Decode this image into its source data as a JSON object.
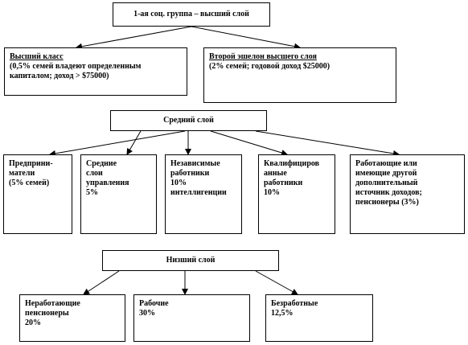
{
  "top": {
    "title": "1-ая соц. группа – высший слой"
  },
  "upper_left": {
    "lines": [
      "Высший класс",
      "(0,5%  семей владеют  определенным",
      "капиталом; доход  > $75000)"
    ]
  },
  "upper_right": {
    "lines": [
      "Второй эшелон высшего слоя",
      "(2% семей; годовой доход  $25000)"
    ]
  },
  "middle": {
    "title": "Средний слой"
  },
  "middle_items": [
    {
      "lines": [
        "Предприни-",
        "матели",
        "(5% семей)"
      ]
    },
    {
      "lines": [
        "Средние",
        "слои",
        "управления",
        "5%"
      ]
    },
    {
      "lines": [
        "Независимые",
        "работники",
        "10%",
        "интеллигенции"
      ]
    },
    {
      "lines": [
        "Квалифициров",
        "анные",
        "работники",
        "10%"
      ]
    },
    {
      "lines": [
        "Работающие или",
        "имеющие другой",
        "дополнительный",
        "источник доходов;",
        "пенсионеры (3%)"
      ]
    }
  ],
  "lower": {
    "title": "Низший слой"
  },
  "lower_items": [
    {
      "lines": [
        "Неработающие",
        "пенсионеры",
        "20%"
      ]
    },
    {
      "lines": [
        "Рабочие",
        "30%"
      ]
    },
    {
      "lines": [
        "Безработные",
        "12,5%"
      ]
    }
  ]
}
